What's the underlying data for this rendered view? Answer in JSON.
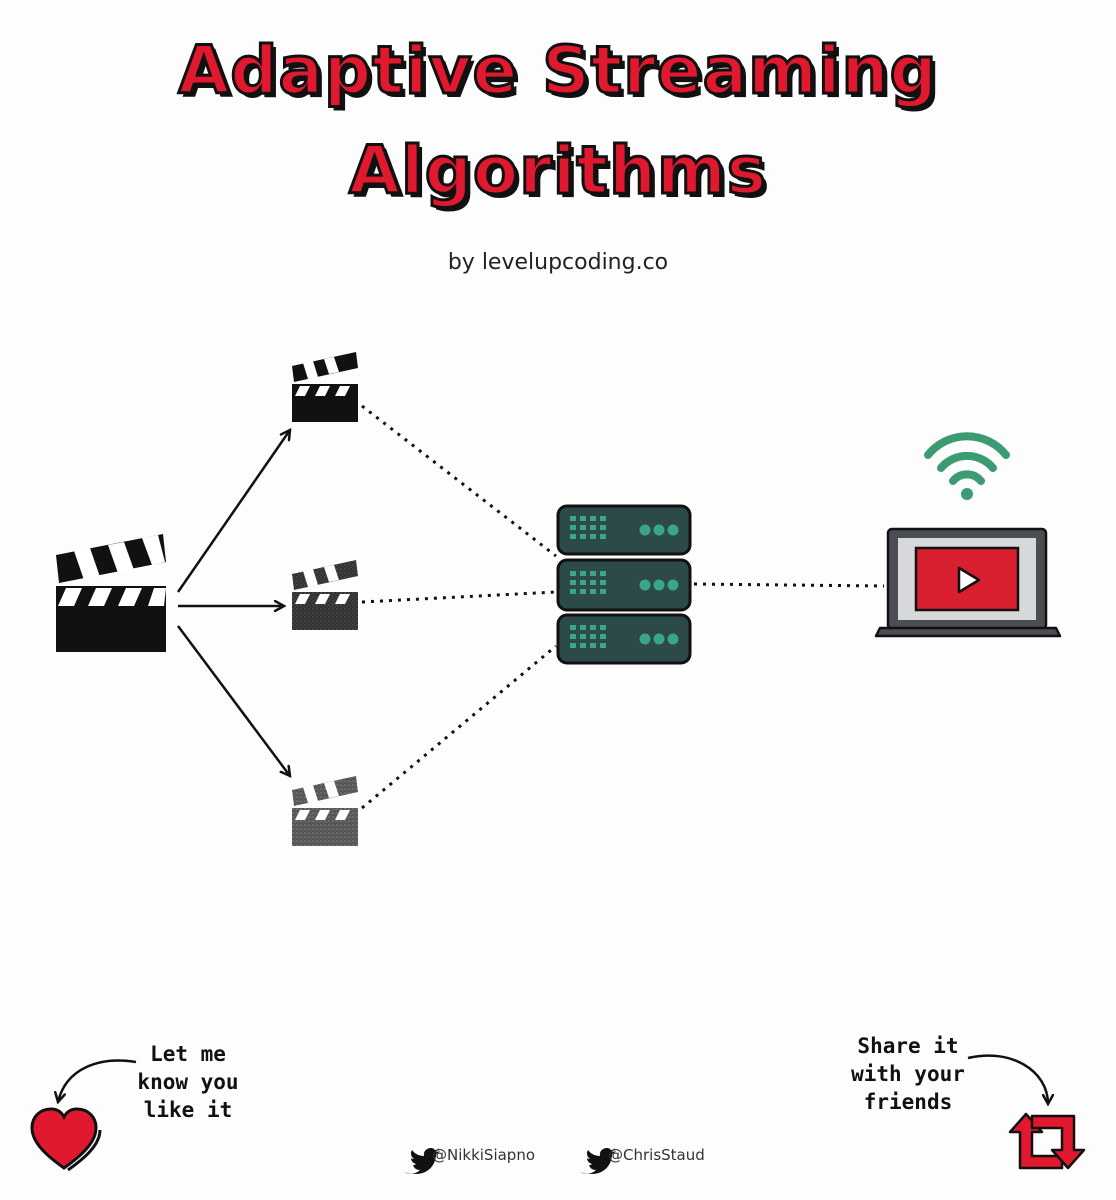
{
  "title": {
    "line1": "Adaptive Streaming",
    "line2": "Algorithms"
  },
  "byline": "by levelupcoding.co",
  "colors": {
    "title_red": "#e0192f",
    "server_green": "#2b4a48",
    "server_light": "#3aa58a",
    "wifi_green": "#3d9b74",
    "laptop_grey": "#4a4d52"
  },
  "diagram": {
    "source": "clapperboard-icon",
    "renditions": [
      "clapperboard-icon",
      "clapperboard-icon",
      "clapperboard-icon"
    ],
    "server": "server-rack-icon",
    "client": "laptop-video-player-icon",
    "network": "wifi-icon"
  },
  "footer": {
    "like_note": "Let me\nknow you\nlike it",
    "share_note": "Share it\nwith your\nfriends",
    "handle_1": "@NikkiSiapno",
    "handle_2": "@ChrisStaud"
  }
}
